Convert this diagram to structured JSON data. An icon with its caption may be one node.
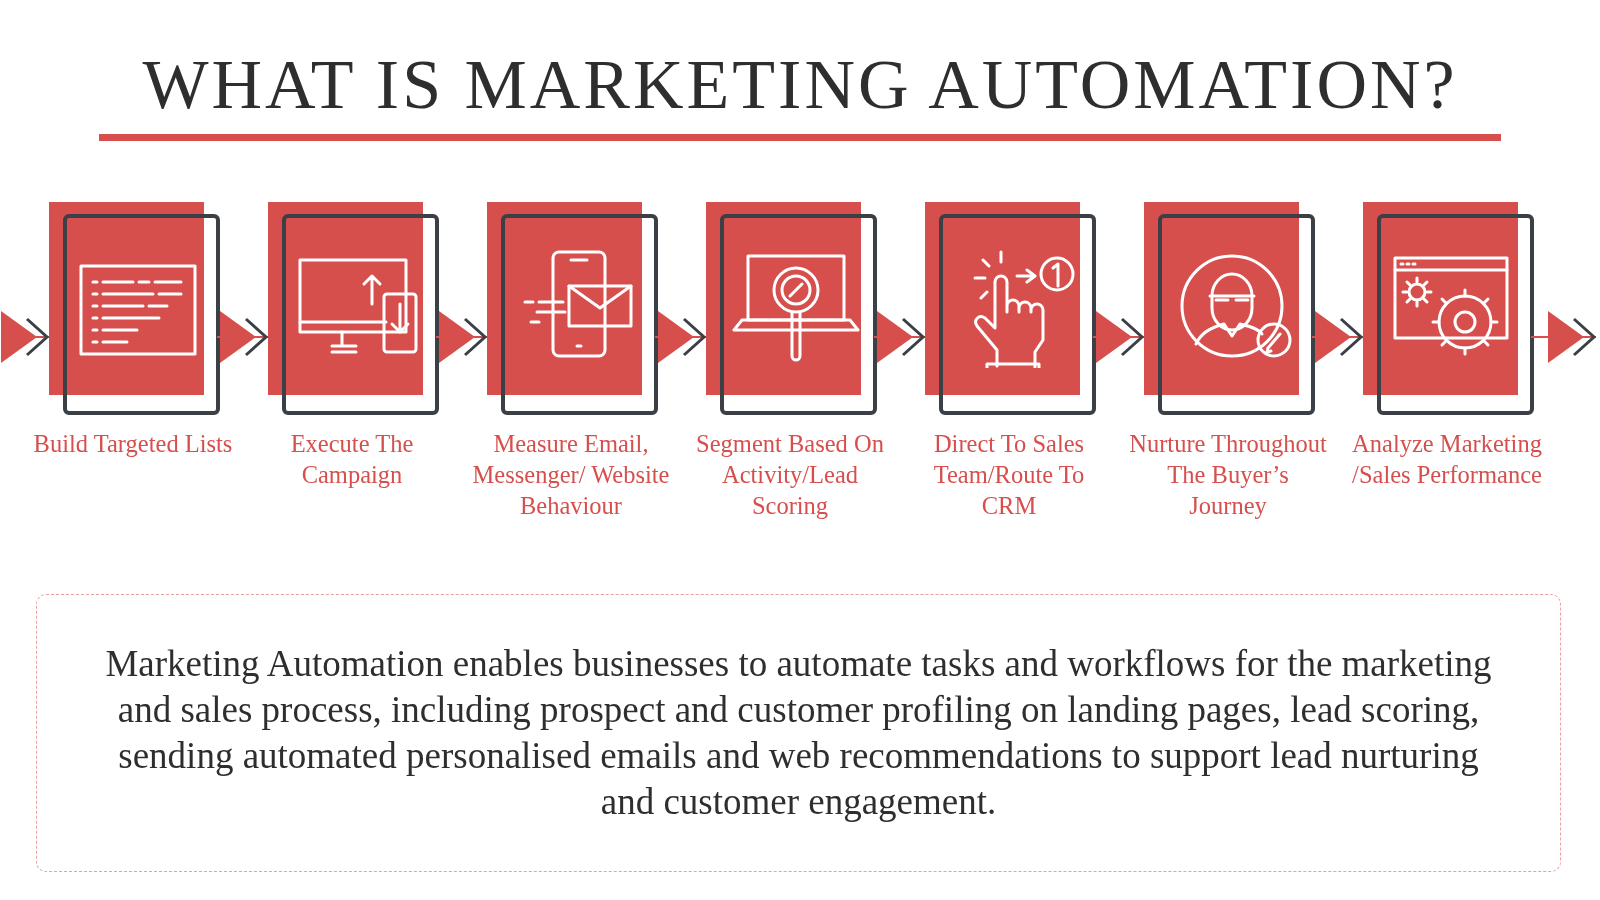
{
  "diagram": {
    "title": "WHAT IS MARKETING AUTOMATION?",
    "nodes": [
      {
        "text": [
          "Build Targeted Lists"
        ]
      },
      {
        "text": [
          "Execute The Campaign"
        ]
      },
      {
        "text": [
          "Measure Email, Messenger/ Website Behaviour"
        ]
      },
      {
        "text": [
          "Segment Based On Activity/Lead Scoring"
        ]
      },
      {
        "text": [
          "Direct To Sales Team/Route To CRM"
        ]
      },
      {
        "text": [
          "Nurture Throughout The Buyer’s Journey"
        ]
      },
      {
        "text": [
          "Analyze Marketing /Sales Performance"
        ]
      },
      {
        "text": [
          "Marketing Automation enables businesses to automate tasks and workflows for the marketing and sales process, including prospect and customer profiling on landing pages, lead scoring, sending automated personalised emails and web recommendations to support lead nurturing and customer engagement."
        ]
      }
    ],
    "edges": [
      {
        "from": null,
        "to": 0,
        "arrow": "to"
      },
      {
        "from": 0,
        "to": 1,
        "arrow": "to"
      },
      {
        "from": 1,
        "to": 2,
        "arrow": "to"
      },
      {
        "from": 2,
        "to": 3,
        "arrow": "to"
      },
      {
        "from": 3,
        "to": 4,
        "arrow": "to"
      },
      {
        "from": 4,
        "to": 5,
        "arrow": "to"
      },
      {
        "from": 5,
        "to": 6,
        "arrow": "to"
      },
      {
        "from": 6,
        "to": null,
        "arrow": "to"
      }
    ]
  }
}
